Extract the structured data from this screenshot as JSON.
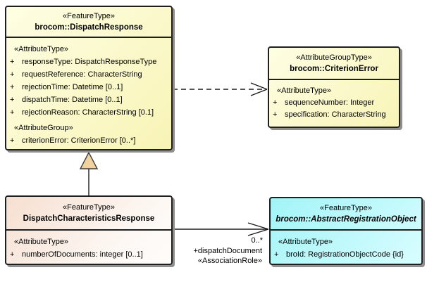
{
  "classes": {
    "dispatchResponse": {
      "stereotype": "«FeatureType»",
      "name": "brocom::DispatchResponse",
      "section1_label": "«AttributeType»",
      "attrs1": [
        {
          "vis": "+",
          "text": "responseType: DispatchResponseType"
        },
        {
          "vis": "+",
          "text": "requestReference: CharacterString"
        },
        {
          "vis": "+",
          "text": "rejectionTime: Datetime [0..1]"
        },
        {
          "vis": "+",
          "text": "dispatchTime: Datetime [0..1]"
        },
        {
          "vis": "+",
          "text": "rejectionReason: CharacterString [0.1]"
        }
      ],
      "section2_label": "«AttributeGroup»",
      "attrs2": [
        {
          "vis": "+",
          "text": "criterionError: CriterionError [0..*]"
        }
      ]
    },
    "criterionError": {
      "stereotype": "«AttributeGroupType»",
      "name": "brocom::CriterionError",
      "section1_label": "«AttributeType»",
      "attrs1": [
        {
          "vis": "+",
          "text": "sequenceNumber: Integer"
        },
        {
          "vis": "+",
          "text": "specification: CharacterString"
        }
      ]
    },
    "dispatchCharacteristicsResponse": {
      "stereotype": "«FeatureType»",
      "name": "DispatchCharacteristicsResponse",
      "section1_label": "«AttributeType»",
      "attrs1": [
        {
          "vis": "+",
          "text": "numberOfDocuments: integer [0..1]"
        }
      ]
    },
    "abstractRegistrationObject": {
      "stereotype": "«FeatureType»",
      "name": "brocom::AbstractRegistrationObject",
      "section1_label": "«AttributeType»",
      "attrs1": [
        {
          "vis": "+",
          "text": "broId: RegistrationObjectCode {id}"
        }
      ]
    }
  },
  "edges": {
    "association": {
      "multiplicity": "0..*",
      "role_name": "+dispatchDocument",
      "stereotype": "«AssociationRole»"
    }
  },
  "colors": {
    "class_fill_yellow": "#FBF8C5",
    "class_fill_pink": "#F6DFD0",
    "class_fill_cyan": "#A2F4F7",
    "generalization_triangle_fill": "#EFD2A0",
    "box_border": "#1F1F1F",
    "box_shadow": "#8F8F8F"
  }
}
